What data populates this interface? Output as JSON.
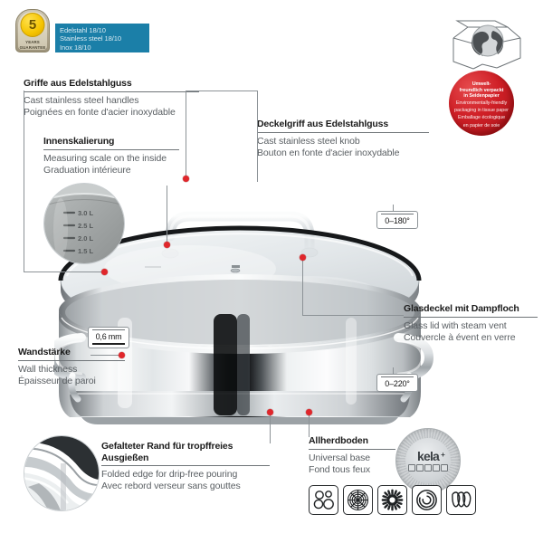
{
  "guarantee_badge": {
    "number": "5",
    "line1": "YEARS",
    "line2": "GUARANTEE"
  },
  "material_box": {
    "de": "Edelstahl 18/10",
    "en": "Stainless steel 18/10",
    "fr": "Inox 18/10",
    "bg_color": "#1b7fa8"
  },
  "eco_badge": {
    "line1": "Umwelt-",
    "line2": "freundlich verpackt",
    "line3": "in Seidenpapier",
    "line4": "Environmentally-friendly",
    "line5": "packaging in tissue paper",
    "line6": "Emballage écologique",
    "line7": "en papier de soie",
    "color": "#cf1f26",
    "icon": "globe-in-box-icon"
  },
  "callouts": {
    "handles": {
      "title": "Griffe aus Edelstahlguss",
      "en": "Cast stainless steel handles",
      "fr": "Poignées en fonte d'acier inoxydable"
    },
    "scale": {
      "title": "Innenskalierung",
      "en": "Measuring scale on the inside",
      "fr": "Graduation intérieure",
      "marks": [
        "3.0 L",
        "2.5 L",
        "2.0 L",
        "1.5 L"
      ]
    },
    "knob": {
      "title": "Deckelgriff aus Edelstahlguss",
      "en": "Cast stainless steel knob",
      "fr": "Bouton en fonte d'acier inoxydable"
    },
    "lid": {
      "title": "Glasdeckel mit Dampfloch",
      "en": "Glass lid with steam vent",
      "fr": "Couvercle à évent en verre"
    },
    "wall": {
      "title": "Wandstärke",
      "en": "Wall thickness",
      "fr": "Épaisseur de paroi"
    },
    "edge": {
      "title_line1": "Gefalteter Rand für tropffreies",
      "title_line2": "Ausgießen",
      "en": "Folded edge for drip-free pouring",
      "fr": "Avec rebord verseur sans gouttes"
    },
    "base": {
      "title": "Allherdboden",
      "en": "Universal base",
      "fr": "Fond tous feux"
    }
  },
  "chips": {
    "lid_temp": "0–180°",
    "pot_temp": "0–220°",
    "wall_thickness": "0,6 mm"
  },
  "brand": {
    "name": "kela",
    "superscript": "+"
  },
  "hob_icons": [
    "electric-plate-hob-icon",
    "radiant-halogen-hob-icon",
    "gas-flame-hob-icon",
    "ceramic-hob-icon",
    "induction-hob-icon"
  ],
  "colors": {
    "accent_red": "#e0262b",
    "brand_blue": "#1b7fa8",
    "title_text": "#1b1b1b",
    "sub_text": "#5a5f63",
    "line": "#8c9296"
  }
}
